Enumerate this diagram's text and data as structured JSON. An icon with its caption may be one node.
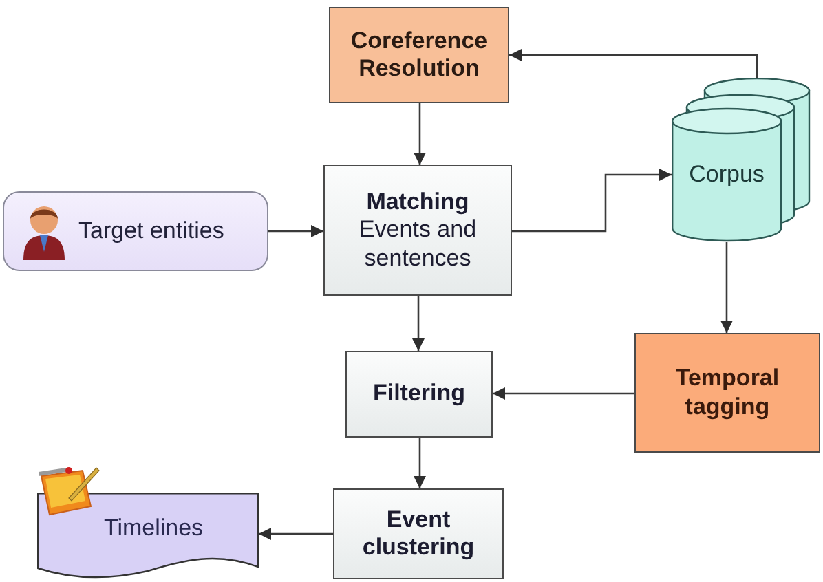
{
  "diagram": {
    "nodes": [
      {
        "text": [
          "Coreference Resolution"
        ]
      },
      {
        "text": [
          "Corpus"
        ]
      },
      {
        "text": [
          "Target entities"
        ]
      },
      {
        "text": [
          "Matching",
          "Events and sentences"
        ]
      },
      {
        "text": [
          "Filtering"
        ]
      },
      {
        "text": [
          "Temporal tagging"
        ]
      },
      {
        "text": [
          "Timelines"
        ]
      },
      {
        "text": [
          "Event clustering"
        ]
      }
    ],
    "edges": [
      {
        "from": 1,
        "to": 0,
        "arrow": "to"
      },
      {
        "from": 0,
        "to": 3,
        "arrow": "to"
      },
      {
        "from": 2,
        "to": 3,
        "arrow": "to"
      },
      {
        "from": 3,
        "to": 1,
        "arrow": "to"
      },
      {
        "from": 1,
        "to": 5,
        "arrow": "to"
      },
      {
        "from": 5,
        "to": 4,
        "arrow": "to"
      },
      {
        "from": 3,
        "to": 4,
        "arrow": "to"
      },
      {
        "from": 4,
        "to": 7,
        "arrow": "to"
      },
      {
        "from": 7,
        "to": 6,
        "arrow": "to"
      }
    ]
  }
}
